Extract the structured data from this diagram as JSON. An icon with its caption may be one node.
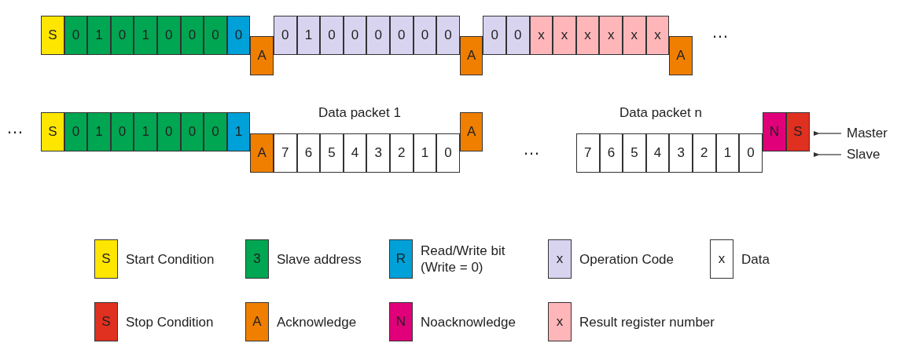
{
  "diagram": {
    "nodes": [
      {
        "text": [
          "S"
        ]
      },
      {
        "text": [
          "0"
        ]
      },
      {
        "text": [
          "1"
        ]
      },
      {
        "text": [
          "0"
        ]
      },
      {
        "text": [
          "1"
        ]
      },
      {
        "text": [
          "0"
        ]
      },
      {
        "text": [
          "0"
        ]
      },
      {
        "text": [
          "0"
        ]
      },
      {
        "text": [
          "0"
        ]
      },
      {
        "text": [
          "A"
        ]
      },
      {
        "text": [
          "0"
        ]
      },
      {
        "text": [
          "1"
        ]
      },
      {
        "text": [
          "0"
        ]
      },
      {
        "text": [
          "0"
        ]
      },
      {
        "text": [
          "0"
        ]
      },
      {
        "text": [
          "0"
        ]
      },
      {
        "text": [
          "0"
        ]
      },
      {
        "text": [
          "0"
        ]
      },
      {
        "text": [
          "A"
        ]
      },
      {
        "text": [
          "0"
        ]
      },
      {
        "text": [
          "0"
        ]
      },
      {
        "text": [
          "x"
        ]
      },
      {
        "text": [
          "x"
        ]
      },
      {
        "text": [
          "x"
        ]
      },
      {
        "text": [
          "x"
        ]
      },
      {
        "text": [
          "x"
        ]
      },
      {
        "text": [
          "x"
        ]
      },
      {
        "text": [
          "A"
        ]
      },
      {
        "text": [
          "S"
        ]
      },
      {
        "text": [
          "0"
        ]
      },
      {
        "text": [
          "1"
        ]
      },
      {
        "text": [
          "0"
        ]
      },
      {
        "text": [
          "1"
        ]
      },
      {
        "text": [
          "0"
        ]
      },
      {
        "text": [
          "0"
        ]
      },
      {
        "text": [
          "0"
        ]
      },
      {
        "text": [
          "1"
        ]
      },
      {
        "text": [
          "A"
        ]
      },
      {
        "text": [
          "7"
        ]
      },
      {
        "text": [
          "6"
        ]
      },
      {
        "text": [
          "5"
        ]
      },
      {
        "text": [
          "4"
        ]
      },
      {
        "text": [
          "3"
        ]
      },
      {
        "text": [
          "2"
        ]
      },
      {
        "text": [
          "1"
        ]
      },
      {
        "text": [
          "0"
        ]
      },
      {
        "text": [
          "A"
        ]
      },
      {
        "text": [
          "7"
        ]
      },
      {
        "text": [
          "6"
        ]
      },
      {
        "text": [
          "5"
        ]
      },
      {
        "text": [
          "4"
        ]
      },
      {
        "text": [
          "3"
        ]
      },
      {
        "text": [
          "2"
        ]
      },
      {
        "text": [
          "1"
        ]
      },
      {
        "text": [
          "0"
        ]
      },
      {
        "text": [
          "N"
        ]
      },
      {
        "text": [
          "S"
        ]
      }
    ],
    "labels": [
      "…",
      "…",
      "Data packet 1",
      "…",
      "Data packet n",
      "Master",
      "Slave",
      "S",
      "3",
      "R",
      "x",
      "x",
      "S",
      "A",
      "N",
      "x"
    ],
    "legend": [
      {
        "text": "Start Condition",
        "color": "#ffe600"
      },
      {
        "text": "Slave address",
        "color": "#00a651"
      },
      {
        "text": "Read/Write bit (Write = 0)",
        "color": "#00a0d8"
      },
      {
        "text": "Operation Code",
        "color": "#d8d4f0"
      },
      {
        "text": "Data",
        "color": "#ffffff"
      },
      {
        "text": "Stop Condition",
        "color": "#e03020"
      },
      {
        "text": "Acknowledge",
        "color": "#f07f00"
      },
      {
        "text": "Noacknowledge",
        "color": "#e0007a"
      },
      {
        "text": "Result register number",
        "color": "#ffb6b9"
      }
    ]
  }
}
